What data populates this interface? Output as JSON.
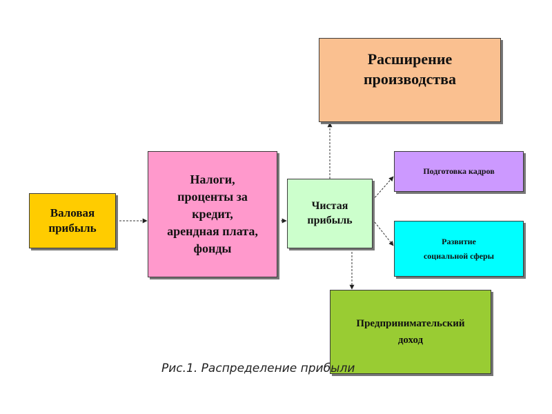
{
  "diagram": {
    "colors": {
      "gross": "#ffcc00",
      "taxes": "#ff99cc",
      "net": "#ccffcc",
      "expand": "#fac090",
      "train": "#cc99ff",
      "social": "#00ffff",
      "income": "#99cc33"
    },
    "nodes": {
      "gross": "Валовая\nприбыль",
      "taxes": "Налоги,\nпроценты за\nкредит,\nарендная плата,\nфонды",
      "net": "Чистая\nприбыль",
      "expand": "Расширение\nпроизводства",
      "train": "Подготовка кадров",
      "social": "Развитие\nсоциальной сферы",
      "income": "Предпринимательский\nдоход"
    }
  },
  "caption": "Рис.1. Распределение прибыли"
}
